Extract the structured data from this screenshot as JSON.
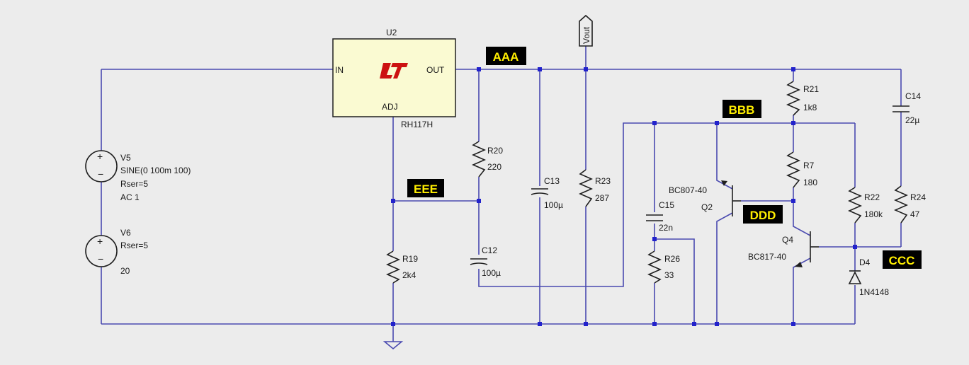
{
  "regulator": {
    "ref": "U2",
    "model": "RH117H",
    "pin_in": "IN",
    "pin_out": "OUT",
    "pin_adj": "ADJ",
    "logo_color": "#cc1111",
    "body_color": "#fafad2"
  },
  "output_port": {
    "label": "Vout"
  },
  "sources": {
    "v5": {
      "ref": "V5",
      "line1": "SINE(0 100m 100)",
      "line2": "Rser=5",
      "line3": "AC 1"
    },
    "v6": {
      "ref": "V6",
      "line1": "Rser=5",
      "line2": "20"
    }
  },
  "resistors": {
    "r19": {
      "ref": "R19",
      "value": "2k4"
    },
    "r20": {
      "ref": "R20",
      "value": "220"
    },
    "r21": {
      "ref": "R21",
      "value": "1k8"
    },
    "r7": {
      "ref": "R7",
      "value": "180"
    },
    "r22": {
      "ref": "R22",
      "value": "180k"
    },
    "r23": {
      "ref": "R23",
      "value": "287"
    },
    "r24": {
      "ref": "R24",
      "value": "47"
    },
    "r26": {
      "ref": "R26",
      "value": "33"
    }
  },
  "capacitors": {
    "c12": {
      "ref": "C12",
      "value": "100µ"
    },
    "c13": {
      "ref": "C13",
      "value": "100µ"
    },
    "c14": {
      "ref": "C14",
      "value": "22µ"
    },
    "c15": {
      "ref": "C15",
      "value": "22n"
    }
  },
  "transistors": {
    "q2": {
      "ref": "Q2",
      "model": "BC807-40"
    },
    "q4": {
      "ref": "Q4",
      "model": "BC817-40"
    }
  },
  "diode": {
    "ref": "D4",
    "model": "1N4148"
  },
  "node_tags": {
    "aaa": "AAA",
    "bbb": "BBB",
    "ccc": "CCC",
    "ddd": "DDD",
    "eee": "EEE"
  },
  "colors": {
    "wire": "#4a4ab0",
    "junction": "#2222cc",
    "tag_bg": "#000000",
    "tag_text": "#ffee00",
    "background": "#ececec"
  }
}
